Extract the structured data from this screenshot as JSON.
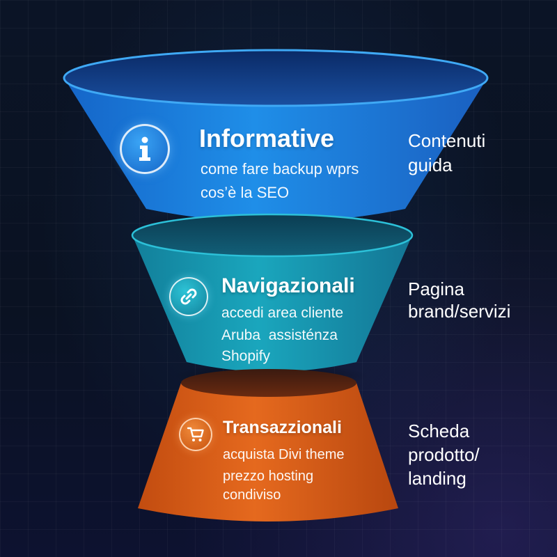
{
  "tiers": [
    {
      "title": "Informative",
      "icon": "info-icon",
      "lines": [
        "come fare backup wprs",
        "cos’è la SEO"
      ],
      "side": [
        "Contenuti",
        "guida"
      ],
      "color": "#1f8ee8"
    },
    {
      "title": "Navigazionali",
      "icon": "link-icon",
      "lines": [
        "accedi area cliente",
        "Aruba  assisténza",
        "Shopify"
      ],
      "side": [
        "Pagina",
        "brand/servizi"
      ],
      "color": "#16a3bb"
    },
    {
      "title": "Transazzionali",
      "icon": "cart-icon",
      "lines": [
        "acquista Divi theme",
        "prezzo hosting",
        "condiviso"
      ],
      "side": [
        "Scheda",
        "prodotto/",
        "landing"
      ],
      "color": "#e0641c"
    }
  ]
}
